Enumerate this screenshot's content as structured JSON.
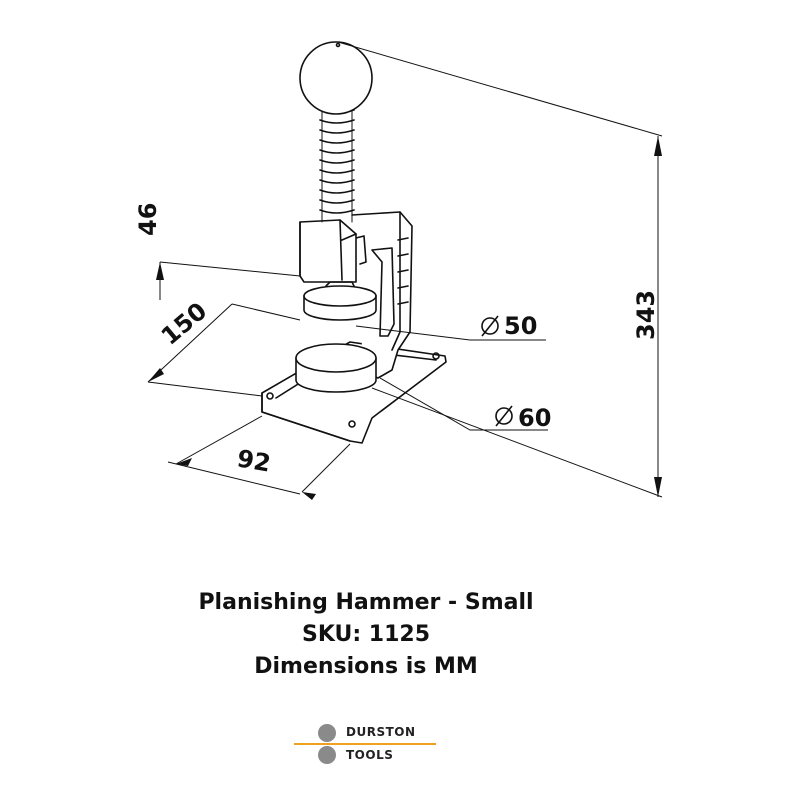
{
  "dimensions": {
    "height_top": "46",
    "depth": "150",
    "width": "92",
    "upper_die": "50",
    "lower_die": "60",
    "total_height": "343"
  },
  "caption": {
    "line1": "Planishing Hammer - Small",
    "line2": "SKU: 1125",
    "line3": "Dimensions is MM"
  },
  "logo": {
    "line1": "DURSTON",
    "line2": "TOOLS",
    "accent_color": "#f0a020",
    "dot_color": "#8a8a8a"
  }
}
